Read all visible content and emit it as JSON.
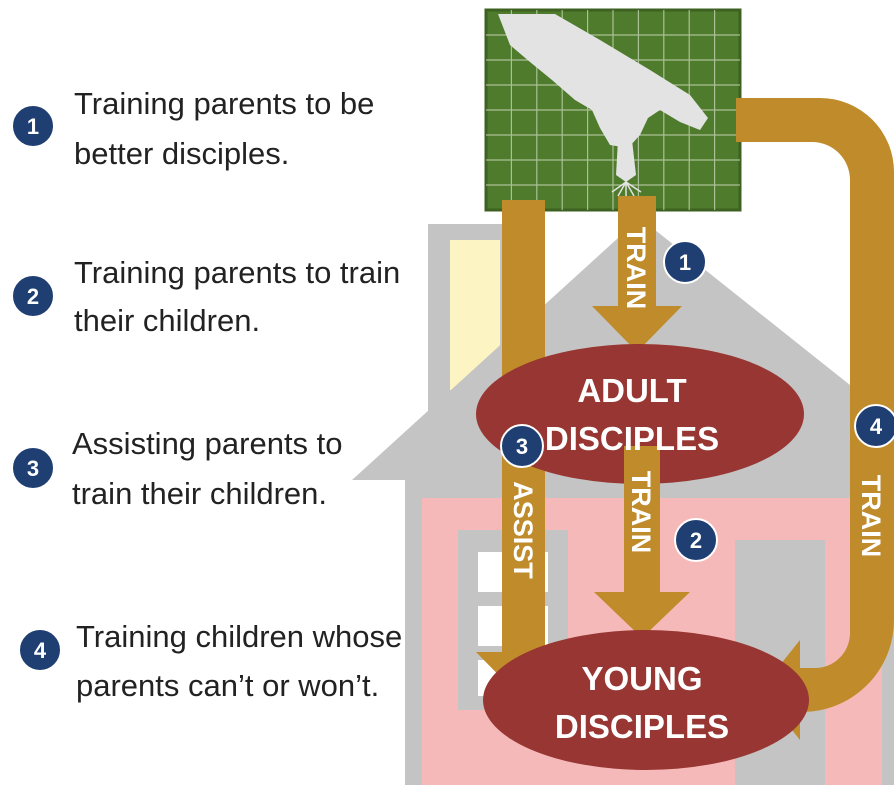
{
  "items": [
    {
      "number": "1",
      "line1": "Training parents to be",
      "line2": "better disciples."
    },
    {
      "number": "2",
      "line1": "Training parents to train",
      "line2": "their children."
    },
    {
      "number": "3",
      "line1": "Assisting parents to",
      "line2": "train their children."
    },
    {
      "number": "4",
      "line1": "Training children whose",
      "line2": "parents can’t or won’t."
    }
  ],
  "nodes": {
    "adult": {
      "line1": "ADULT",
      "line2": "DISCIPLES"
    },
    "young": {
      "line1": "YOUNG",
      "line2": "DISCIPLES"
    }
  },
  "arrows": {
    "train_1": {
      "label": "TRAIN",
      "number": "1"
    },
    "train_2": {
      "label": "TRAIN",
      "number": "2"
    },
    "assist_3": {
      "label": "ASSIST",
      "number": "3"
    },
    "train_4": {
      "label": "TRAIN",
      "number": "4"
    }
  },
  "colors": {
    "badge": "#1f3f73",
    "arrow": "#c08b2a",
    "ellipse": "#973632",
    "house_roof": "#c4c4c4",
    "house_wall": "#f6b9b9",
    "grid_bg": "#4f7b2c",
    "chimney": "#fdf4c3"
  }
}
